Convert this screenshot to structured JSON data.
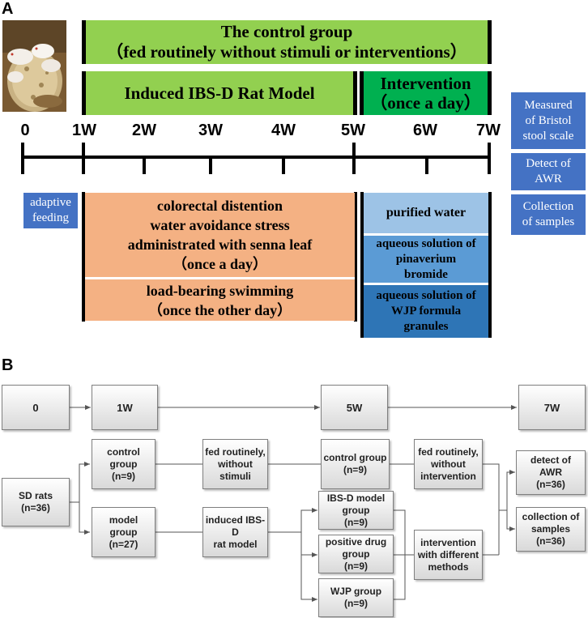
{
  "panel_a": {
    "label": "A",
    "photo": "rats-photo",
    "control_bar": {
      "line1": "The control group",
      "line2": "（fed routinely without stimuli or interventions）"
    },
    "model_bar": "Induced IBS-D Rat Model",
    "intervention_bar": {
      "line1": "Intervention",
      "line2": "（once a day）"
    },
    "ticks": [
      "0",
      "1W",
      "2W",
      "3W",
      "4W",
      "5W",
      "6W",
      "7W"
    ],
    "adaptive": {
      "line1": "adaptive",
      "line2": "feeding"
    },
    "stimuli": {
      "line1": "colorectal distention",
      "line2": "water avoidance stress",
      "line3": "administrated with senna leaf",
      "line4": "（once a day）"
    },
    "swimming": {
      "line1": "load-bearing swimming",
      "line2": "（once the other day）"
    },
    "treatments": {
      "water": "purified water",
      "pinaverium": {
        "line1": "aqueous solution of",
        "line2": "pinaverium",
        "line3": "bromide"
      },
      "wjp": {
        "line1": "aqueous solution of",
        "line2": "WJP formula",
        "line3": "granules"
      }
    },
    "side_boxes": {
      "bristol": {
        "line1": "Measured",
        "line2": "of Bristol",
        "line3": "stool scale"
      },
      "awr": {
        "line1": "Detect of",
        "line2": "AWR"
      },
      "samples": {
        "line1": "Collection",
        "line2": "of samples"
      }
    },
    "colors": {
      "green": "#92d050",
      "dark_green": "#00b050",
      "blue": "#4472c4",
      "orange": "#f4b183",
      "light_blue": "#9dc3e6",
      "mid_blue": "#5b9bd5",
      "dark_blue": "#2e75b6"
    }
  },
  "panel_b": {
    "label": "B",
    "timeline": [
      "0",
      "1W",
      "5W",
      "7W"
    ],
    "sd_rats": {
      "line1": "SD rats",
      "line2": "(n=36)"
    },
    "control_group": {
      "line1": "control",
      "line2": "group",
      "line3": "(n=9)"
    },
    "model_group": {
      "line1": "model",
      "line2": "group",
      "line3": "(n=27)"
    },
    "fed_no_stimuli": {
      "line1": "fed routinely,",
      "line2": "without",
      "line3": "stimuli"
    },
    "induced_model": {
      "line1": "induced IBS-D",
      "line2": "rat model"
    },
    "control_group_5w": {
      "line1": "control group",
      "line2": "(n=9)"
    },
    "ibsd_model_group": {
      "line1": "IBS-D model",
      "line2": "group",
      "line3": "(n=9)"
    },
    "positive_drug_group": {
      "line1": "positive drug",
      "line2": "group",
      "line3": "(n=9)"
    },
    "wjp_group": {
      "line1": "WJP group",
      "line2": "(n=9)"
    },
    "fed_no_intervention": {
      "line1": "fed routinely,",
      "line2": "without",
      "line3": "intervention"
    },
    "intervention_methods": {
      "line1": "intervention",
      "line2": "with different",
      "line3": "methods"
    },
    "detect_awr": {
      "line1": "detect of",
      "line2": "AWR",
      "line3": "(n=36)"
    },
    "collection_samples": {
      "line1": "collection of",
      "line2": "samples",
      "line3": "(n=36)"
    }
  }
}
